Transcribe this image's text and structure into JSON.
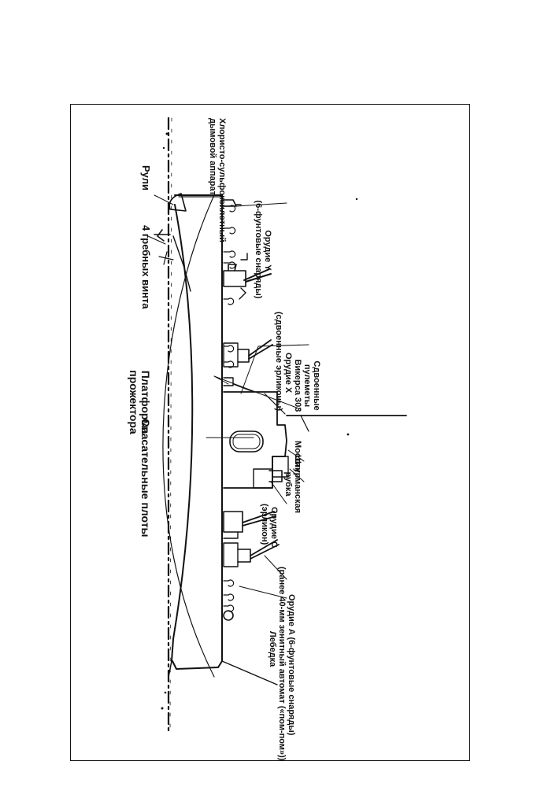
{
  "labels": {
    "gun_a": "Орудие A (6-фунтовые снаряды)",
    "gun_a_note": "(ранее 40-мм зенитный автомат («пом-пом»))",
    "winch": "Лебедка",
    "gun_c": "Орудие C",
    "gun_c_note": "(эрликон)",
    "wheelhouse_l1": "Штурманская",
    "wheelhouse_l2": "рубка",
    "bridge": "Мостик",
    "mg_l1": "Сдвоенные",
    "mg_l2": "пулеметы",
    "mg_l3": "Викерса 303",
    "gun_x": "Орудие X",
    "gun_x_note": "(сдвоенные эрликоны)",
    "gun_y": "Орудие Y",
    "gun_y_note": "(6-фунтовые снаряды)",
    "smoke_l1": "Хлористо-сульфоксилотный",
    "smoke_l2": "дымовой аппарат",
    "rudders": "Рули",
    "screws": "4 гребных винта",
    "searchlight_l1": "Платформа",
    "searchlight_l2": "прожектора",
    "life_rafts": "Спасательные плоты"
  }
}
